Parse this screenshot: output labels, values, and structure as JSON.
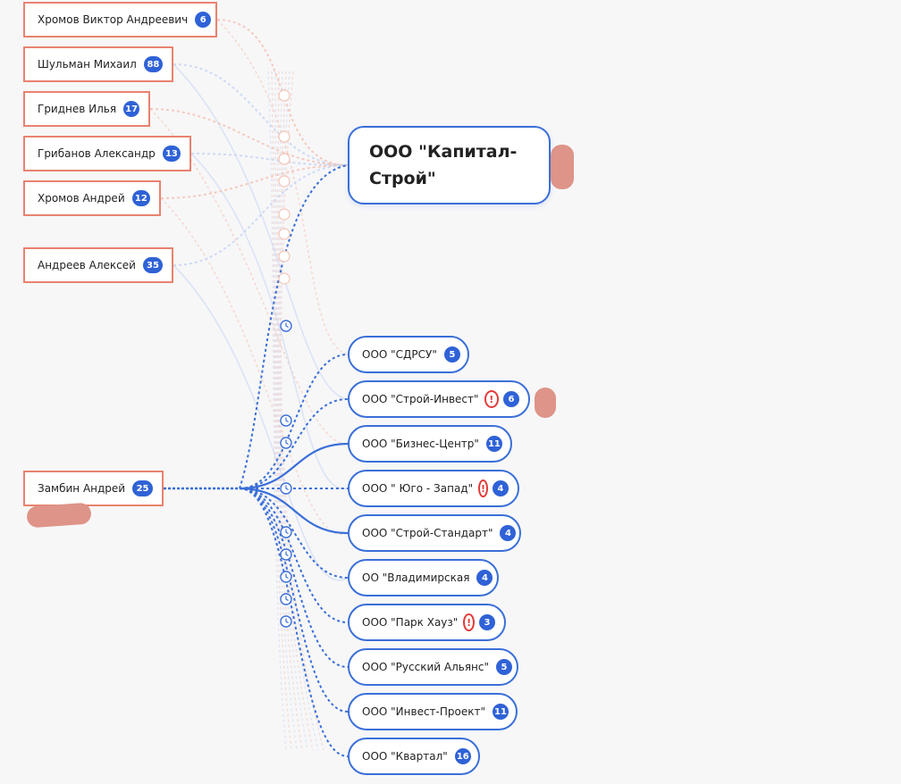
{
  "persons": [
    {
      "name": "Хромов Виктор Андреевич",
      "count": "6"
    },
    {
      "name": "Шульман Михаил",
      "count": "88"
    },
    {
      "name": "Гриднев Илья",
      "count": "17"
    },
    {
      "name": "Грибанов Александр",
      "count": "13"
    },
    {
      "name": "Хромов Андрей",
      "count": "12"
    },
    {
      "name": "Андреев Алексей",
      "count": "35"
    },
    {
      "name": "Замбин Андрей",
      "count": "25"
    }
  ],
  "main_company": {
    "name": "ООО \"Капитал-Строй\""
  },
  "companies": [
    {
      "name": "ООО \"СДРСУ\"",
      "count": "5",
      "warning": false,
      "link": "dashed"
    },
    {
      "name": "ООО \"Строй-Инвест\"",
      "count": "6",
      "warning": true,
      "link": "dashed"
    },
    {
      "name": "ООО \"Бизнес-Центр\"",
      "count": "11",
      "warning": false,
      "link": "solid"
    },
    {
      "name": "ООО \" Юго - Запад\"",
      "count": "4",
      "warning": true,
      "link": "dashed"
    },
    {
      "name": "ООО \"Строй-Стандарт\"",
      "count": "4",
      "warning": false,
      "link": "solid"
    },
    {
      "name": "ОО \"Владимирская",
      "count": "4",
      "warning": false,
      "link": "dashed"
    },
    {
      "name": "ООО \"Парк Хауз\"",
      "count": "3",
      "warning": true,
      "link": "dashed"
    },
    {
      "name": "ООО \"Русский Альянс\"",
      "count": "5",
      "warning": false,
      "link": "dashed"
    },
    {
      "name": "ООО \"Инвест-Проект\"",
      "count": "11",
      "warning": false,
      "link": "dashed"
    },
    {
      "name": "ООО \"Квартал\"",
      "count": "16",
      "warning": false,
      "link": "dashed"
    }
  ],
  "colors": {
    "person_border": "#e9826f",
    "company_border": "#3a6fd8",
    "badge": "#2f62d6",
    "warning": "#e23b3b",
    "link_blue": "#3a6fd8",
    "link_faint_red": "#f4c4b6",
    "link_faint_blue": "#c9d6f3"
  },
  "icons": {
    "warning": "exclamation-circle-icon",
    "link_marker": "clock-icon"
  }
}
